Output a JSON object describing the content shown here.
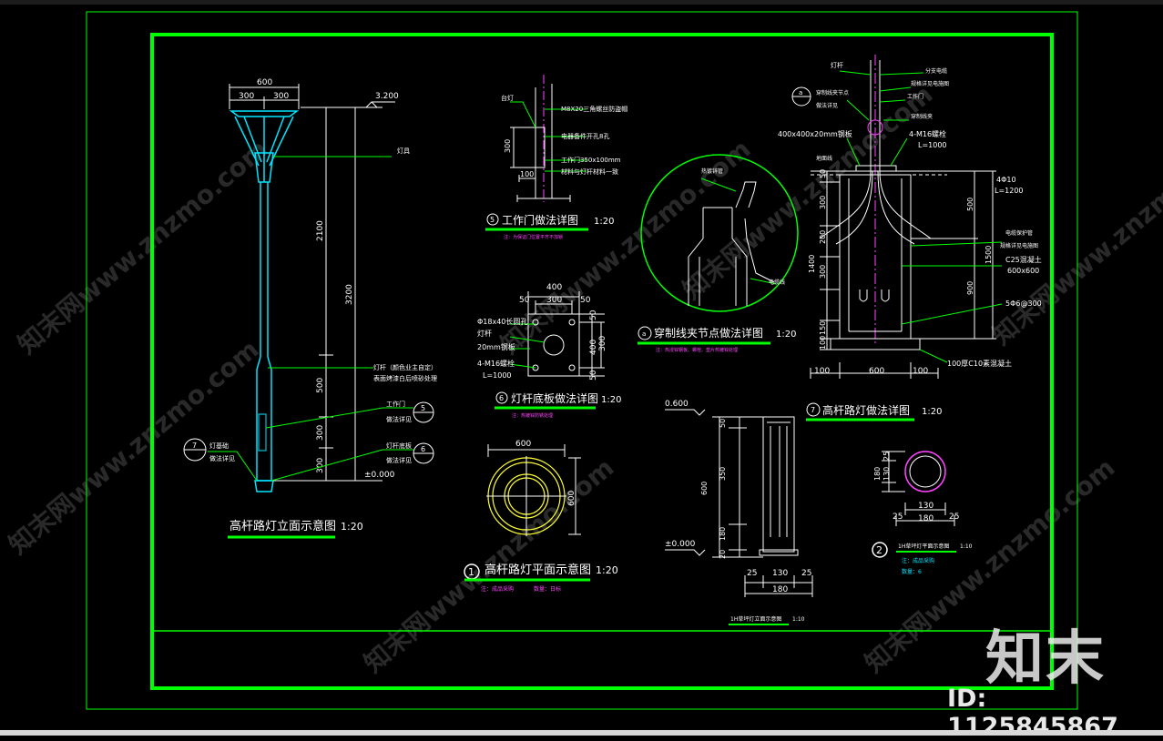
{
  "colors": {
    "frame": "#00ff00",
    "line": "#ffffff",
    "pole": "#00e5ff",
    "plan": "#ffff33",
    "note": "#ff44ff"
  },
  "elevation": {
    "dims": {
      "total": "600",
      "half_l": "300",
      "half_r": "300",
      "h2100": "2100",
      "h3200": "3200",
      "h500": "500",
      "h300a": "300",
      "h300b": "300"
    },
    "level_top": "3.200",
    "level_zero": "±0.000",
    "lamp": "灯具",
    "pole_note_1": "灯杆（颜色业主自定）",
    "pole_note_2": "表面烤漆白后喷砂处理",
    "door_1": "工作门",
    "door_2": "做法详见",
    "door_num": "5",
    "base_1": "灯杆底板",
    "base_2": "做法详见",
    "base_num": "6",
    "left_1": "灯基础",
    "left_2": "做法详见",
    "left_num": "7",
    "title": "高杆路灯立面示意图",
    "scale": "1:20"
  },
  "door": {
    "top": "台灯",
    "bolt": "M8X20三角螺丝防盗帽",
    "label1": "电器备件开孔8孔",
    "label2": "工作门350x100mm",
    "label3": "材料与灯杆材料一致",
    "d300": "300",
    "d100": "100",
    "num": "5",
    "title": "工作门做法详图",
    "scale": "1:20",
    "note": "注：为保证门位置平齐不加锁"
  },
  "baseplate": {
    "d400": "400",
    "d300": "300",
    "d50a": "50",
    "d50b": "50",
    "v50a": "50",
    "v300": "300",
    "v400": "400",
    "v50b": "50",
    "hole": "Φ18x40长圆孔",
    "rod": "灯杆",
    "plate": "20mm钢板",
    "bolt": "4-M16螺栓",
    "len": "L=1000",
    "num": "6",
    "title": "灯杆底板做法详图",
    "scale": "1:20",
    "note": "注：热镀锌防锈处理"
  },
  "circle_detail": {
    "label_top": "热镀锌管",
    "label_right": "电缆线",
    "num": "a",
    "title": "穿制线夹节点做法详图",
    "scale": "1:20",
    "note": "注：热浸锌钢板、螺栓、垫片热镀锌处理"
  },
  "foundation": {
    "rod": "灯杆",
    "circle_num": "a",
    "door_1": "穿制线夹节点",
    "door_2": "做法详见",
    "cable": "分支电缆",
    "cable2": "规格详见电施图",
    "workdoor": "工作门",
    "wire": "穿制线夹",
    "plate": "400x400x20mm钢板",
    "bolt": "4-M16螺栓",
    "bolt_len": "L=1000",
    "ground": "地面线",
    "rebar": "4Φ10",
    "rebar_len": "L=1200",
    "pipe1": "电缆保护管",
    "pipe2": "规格详见电施图",
    "concrete": "C25混凝土",
    "size": "600x600",
    "stirrup": "5Φ6@300",
    "cushion": "100厚C10素混凝土",
    "v50": "50",
    "v300a": "300",
    "v200": "200",
    "v1400": "1400",
    "v300b": "300",
    "v150": "150",
    "v100": "100",
    "r500": "500",
    "r1500": "1500",
    "r900": "900",
    "h100a": "100",
    "h600": "600",
    "h100b": "100",
    "num": "7",
    "title": "高杆路灯做法详图",
    "scale": "1:20"
  },
  "plan": {
    "d600": "600",
    "v600": "600",
    "num": "1",
    "title": "高杆路灯平面示意图",
    "scale": "1:20",
    "note": "注：成品采购",
    "note2": "数量：日标"
  },
  "bollard": {
    "level_top": "0.600",
    "level_zero": "±0.000",
    "v50": "50",
    "v350": "350",
    "v180": "180",
    "v20": "20",
    "v600": "600",
    "h25a": "25",
    "h130": "130",
    "h25b": "25",
    "h180": "180",
    "title": "1H草坪灯立面示意图",
    "scale": "1:10"
  },
  "bollard_plan": {
    "v180": "180",
    "v25": "25",
    "v130": "130",
    "h130": "130",
    "h25a": "25",
    "h180": "180",
    "h25b": "25",
    "num": "2",
    "title": "1H草坪灯平面示意图",
    "scale": "1:10",
    "note": "注：成品采购",
    "qty": "数量：6"
  },
  "watermark": "知末网www.znzmo.com",
  "brand": "知末",
  "id_label": "ID: 1125845867"
}
